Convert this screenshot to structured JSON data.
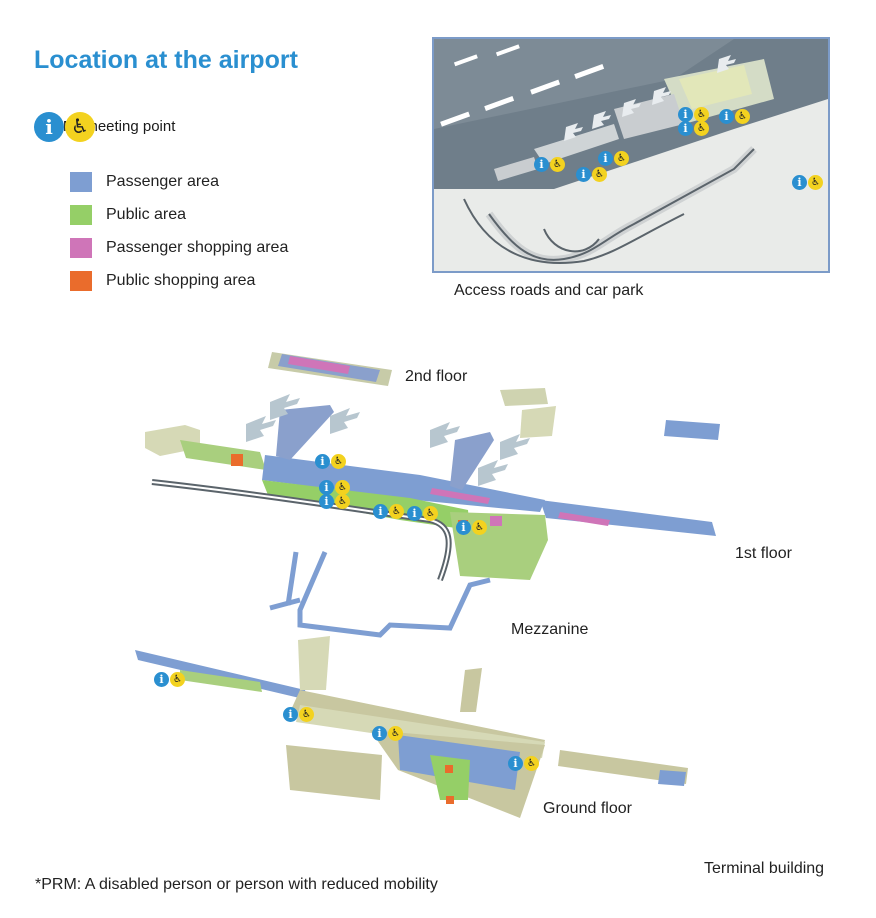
{
  "title": "Location at the airport",
  "prm_label": "PRM* meeting point",
  "legend": [
    {
      "label": "Passenger area",
      "color": "#7e9ed2"
    },
    {
      "label": "Public area",
      "color": "#95cf67"
    },
    {
      "label": "Passenger shopping area",
      "color": "#cf75b8"
    },
    {
      "label": "Public shopping area",
      "color": "#ea6c2c"
    }
  ],
  "inset_caption": "Access roads and car park",
  "floors": {
    "second": "2nd floor",
    "first": "1st floor",
    "mezzanine": "Mezzanine",
    "ground": "Ground floor"
  },
  "terminal_label": "Terminal building",
  "footnote": "*PRM:  A disabled person or person with reduced mobility",
  "icons": {
    "info": "info-icon",
    "wheelchair": "wheelchair-icon"
  }
}
